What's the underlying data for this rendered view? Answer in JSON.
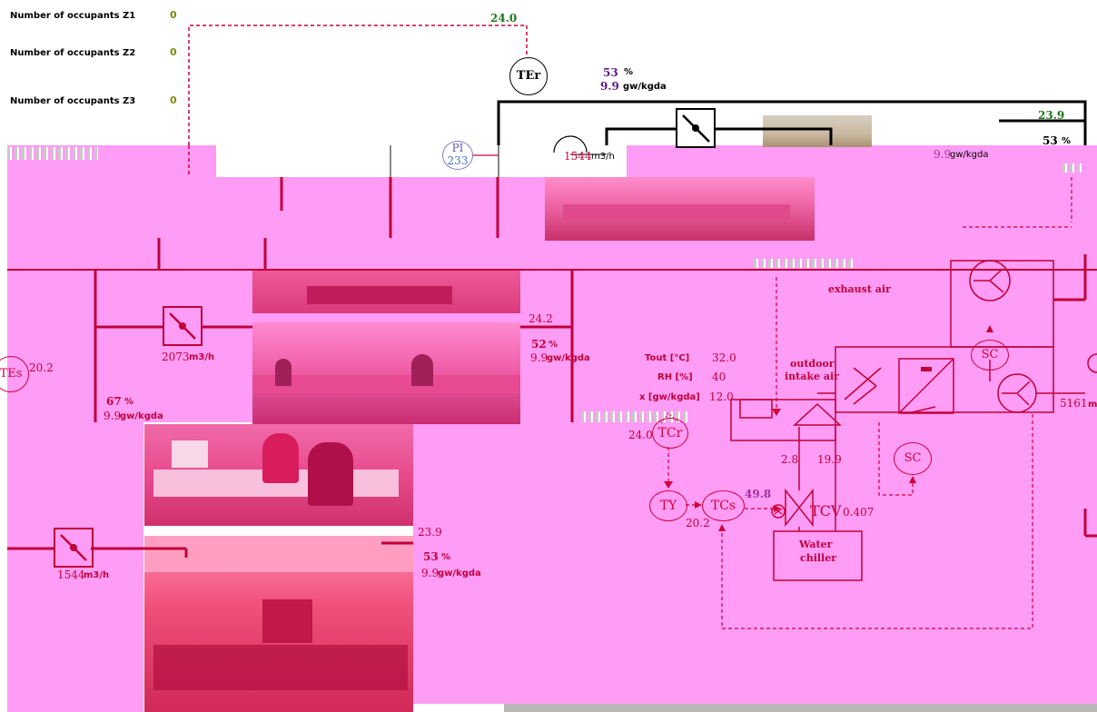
{
  "occupants": [
    {
      "label": "Number of occupants Z1",
      "value": "0"
    },
    {
      "label": "Number of occupants Z2",
      "value": "0"
    },
    {
      "label": "Number of occupants Z3",
      "value": "0"
    }
  ],
  "sensors": {
    "ter_label": "TEr",
    "ter_temp": "24.0",
    "ter_rh": "53",
    "ter_x": "9.9",
    "pi_label": "PI",
    "pi_value": "233",
    "tes_label": "TEs",
    "tes_value": "20.2",
    "tcr_label": "TCr",
    "tcr_value": "24.0",
    "ty_label": "TY",
    "tcs_label": "TCs",
    "tcs_value": "20.2",
    "tcs_out": "49.8",
    "tcv_label": "TCV",
    "tcv_value": "0.407",
    "sc_label": "SC"
  },
  "units": {
    "pct": "%",
    "x": "gw/kgda",
    "flow": "m3/h"
  },
  "zones": {
    "z1": {
      "temp": "23.9",
      "rh": "53",
      "x": "9.9",
      "flow": "1544"
    },
    "z2": {
      "temp": "24.2",
      "rh": "52",
      "x": "9.9",
      "flow": "2073",
      "rh_supply": "67",
      "x_supply": "9.9"
    },
    "z3": {
      "temp": "23.9",
      "rh": "53",
      "x": "9.9",
      "flow": "1544"
    }
  },
  "outdoor": {
    "tout_label": "Tout [°C]",
    "tout_value": "32.0",
    "rh_label": "RH [%]",
    "rh_value": "40",
    "x_label": "x [gw/kgda]",
    "x_value": "12.0"
  },
  "ahu": {
    "exhaust_label": "exhaust air",
    "intake_label_1": "outdoor",
    "intake_label_2": "intake air",
    "supply_flow": "5161",
    "supply_flow_cut": "m",
    "coil_in": "2.8",
    "coil_out": "19.9",
    "chiller_1": "Water",
    "chiller_2": "chiller"
  },
  "colors": {
    "pink_bg": "#ff9cf5",
    "duct_black": "#000000",
    "line_red": "#d0003c",
    "value_green": "#1a7a1a",
    "value_purple": "#5a1a8c",
    "valve_red": "#e0002a"
  }
}
